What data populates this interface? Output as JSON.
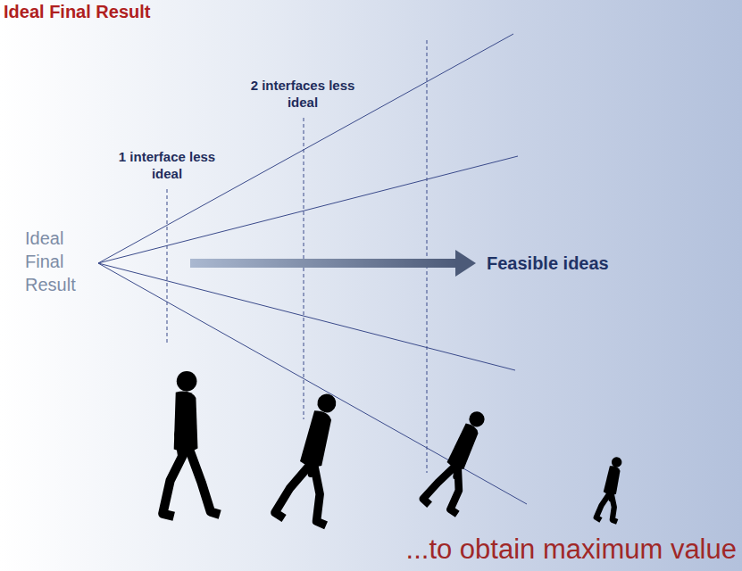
{
  "diagram": {
    "title": "Ideal Final Result",
    "caption": "...to obtain maximum value",
    "labels": [
      "Ideal Final Result",
      "1 interface less ideal",
      "2 interfaces less ideal",
      "Feasible ideas"
    ]
  }
}
